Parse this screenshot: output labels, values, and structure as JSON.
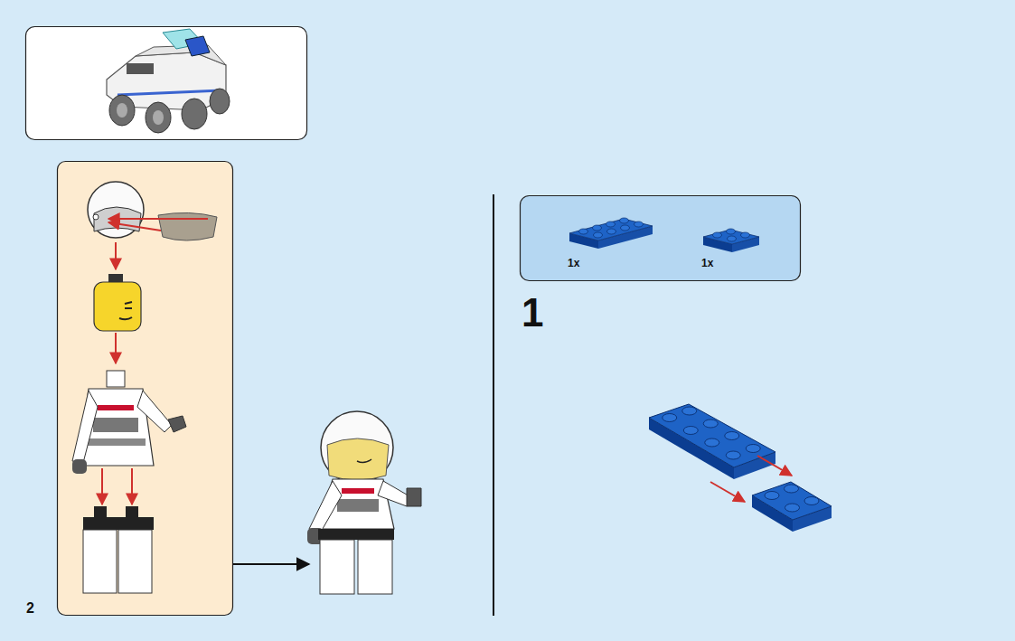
{
  "diagram": {
    "nodes": [
      {
        "text": [
          "1x",
          "1x"
        ]
      }
    ],
    "labels": [
      "1",
      "2"
    ]
  }
}
